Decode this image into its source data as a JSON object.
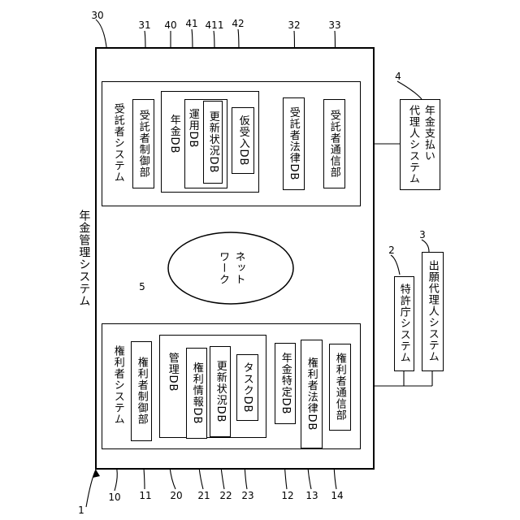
{
  "labels": {
    "nenkin_kanri_system": "年金管理システム",
    "network": "ネット\nワーク",
    "kenrisha_system": "権利者システム",
    "kenrisha_seigyo": "権利者制御部",
    "kanri_db": "管理DB",
    "kenri_joho_db": "権利情報DB",
    "koshin_jokyo_db_1": "更新状況DB",
    "task_db": "タスクDB",
    "nenkin_tokutei_db": "年金特定DB",
    "kenrisha_horitsu_db": "権利者法律DB",
    "kenrisha_tsushin": "権利者通信部",
    "jutakusha_system": "受託者システム",
    "jutakusha_seigyo": "受託者制御部",
    "nenkin_db": "年金DB",
    "unyo_db": "運用DB",
    "koshin_jokyo_db_2": "更新状況DB",
    "kari_ukeire_db": "仮受入DB",
    "jutakusha_horitsu_db": "受託者法律DB",
    "jutakusha_tsushin": "受託者通信部",
    "tokkyocho_system": "特許庁システム",
    "shutsugan_dairinin": "出願代理人システム",
    "nenkin_shiharai": "年金支払い\n代理人システム"
  },
  "refs": {
    "r1": "1",
    "r2": "2",
    "r3": "3",
    "r4": "4",
    "r5": "5",
    "r10": "10",
    "r11": "11",
    "r12": "12",
    "r13": "13",
    "r14": "14",
    "r20": "20",
    "r21": "21",
    "r22": "22",
    "r23": "23",
    "r30": "30",
    "r31": "31",
    "r32": "32",
    "r33": "33",
    "r40": "40",
    "r41": "41",
    "r411": "411",
    "r42": "42"
  }
}
